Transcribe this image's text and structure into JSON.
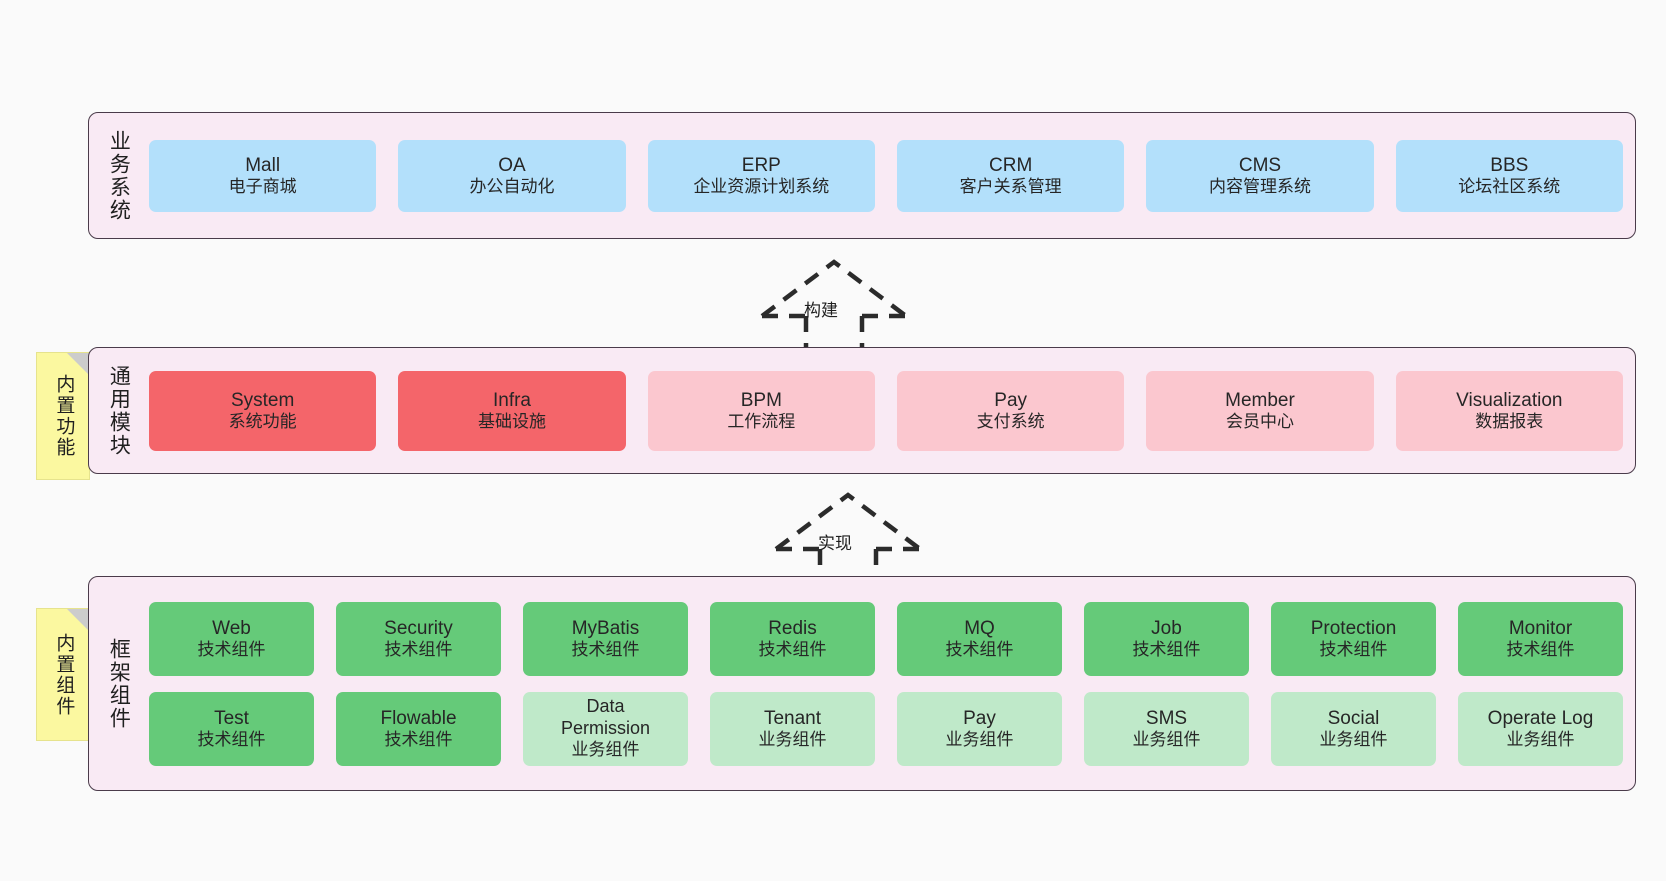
{
  "diagram": {
    "background_color": "#fafafa",
    "layer_fill": "#f9eaf4",
    "layer_border": "#4a3b4a"
  },
  "layers": [
    {
      "id": "business",
      "title": "业务系统",
      "rows": [
        {
          "cards": [
            {
              "name": "Mall",
              "desc": "电子商城",
              "color": "#b3e0fb",
              "style": "c-blue"
            },
            {
              "name": "OA",
              "desc": "办公自动化",
              "color": "#b3e0fb",
              "style": "c-blue"
            },
            {
              "name": "ERP",
              "desc": "企业资源计划系统",
              "color": "#b3e0fb",
              "style": "c-blue"
            },
            {
              "name": "CRM",
              "desc": "客户关系管理",
              "color": "#b3e0fb",
              "style": "c-blue"
            },
            {
              "name": "CMS",
              "desc": "内容管理系统",
              "color": "#b3e0fb",
              "style": "c-blue"
            },
            {
              "name": "BBS",
              "desc": "论坛社区系统",
              "color": "#b3e0fb",
              "style": "c-blue"
            }
          ]
        }
      ]
    },
    {
      "id": "common",
      "title": "通用模块",
      "note": "内置功能",
      "rows": [
        {
          "cards": [
            {
              "name": "System",
              "desc": "系统功能",
              "color": "#f4656a",
              "style": "c-red"
            },
            {
              "name": "Infra",
              "desc": "基础设施",
              "color": "#f4656a",
              "style": "c-red"
            },
            {
              "name": "BPM",
              "desc": "工作流程",
              "color": "#fbc7cf",
              "style": "c-pink"
            },
            {
              "name": "Pay",
              "desc": "支付系统",
              "color": "#fbc7cf",
              "style": "c-pink"
            },
            {
              "name": "Member",
              "desc": "会员中心",
              "color": "#fbc7cf",
              "style": "c-pink"
            },
            {
              "name": "Visualization",
              "desc": "数据报表",
              "color": "#fbc7cf",
              "style": "c-pink"
            }
          ]
        }
      ]
    },
    {
      "id": "frame",
      "title": "框架组件",
      "note": "内置组件",
      "rows": [
        {
          "cards": [
            {
              "name": "Web",
              "desc": "技术组件",
              "color": "#65ca79",
              "style": "c-green"
            },
            {
              "name": "Security",
              "desc": "技术组件",
              "color": "#65ca79",
              "style": "c-green"
            },
            {
              "name": "MyBatis",
              "desc": "技术组件",
              "color": "#65ca79",
              "style": "c-green"
            },
            {
              "name": "Redis",
              "desc": "技术组件",
              "color": "#65ca79",
              "style": "c-green"
            },
            {
              "name": "MQ",
              "desc": "技术组件",
              "color": "#65ca79",
              "style": "c-green"
            },
            {
              "name": "Job",
              "desc": "技术组件",
              "color": "#65ca79",
              "style": "c-green"
            },
            {
              "name": "Protection",
              "desc": "技术组件",
              "color": "#65ca79",
              "style": "c-green"
            },
            {
              "name": "Monitor",
              "desc": "技术组件",
              "color": "#65ca79",
              "style": "c-green"
            }
          ]
        },
        {
          "cards": [
            {
              "name": "Test",
              "desc": "技术组件",
              "color": "#65ca79",
              "style": "c-green"
            },
            {
              "name": "Flowable",
              "desc": "技术组件",
              "color": "#65ca79",
              "style": "c-green"
            },
            {
              "name": "Data Permission",
              "desc": "业务组件",
              "color": "#bfe9c9",
              "style": "c-lightgreen"
            },
            {
              "name": "Tenant",
              "desc": "业务组件",
              "color": "#bfe9c9",
              "style": "c-lightgreen"
            },
            {
              "name": "Pay",
              "desc": "业务组件",
              "color": "#bfe9c9",
              "style": "c-lightgreen"
            },
            {
              "name": "SMS",
              "desc": "业务组件",
              "color": "#bfe9c9",
              "style": "c-lightgreen"
            },
            {
              "name": "Social",
              "desc": "业务组件",
              "color": "#bfe9c9",
              "style": "c-lightgreen"
            },
            {
              "name": "Operate Log",
              "desc": "业务组件",
              "color": "#bfe9c9",
              "style": "c-lightgreen"
            }
          ]
        }
      ]
    }
  ],
  "arrows": [
    {
      "id": "build",
      "label": "构建",
      "direction": "up",
      "style": "dashed-hollow"
    },
    {
      "id": "implement",
      "label": "实现",
      "direction": "up",
      "style": "dashed-hollow"
    }
  ]
}
